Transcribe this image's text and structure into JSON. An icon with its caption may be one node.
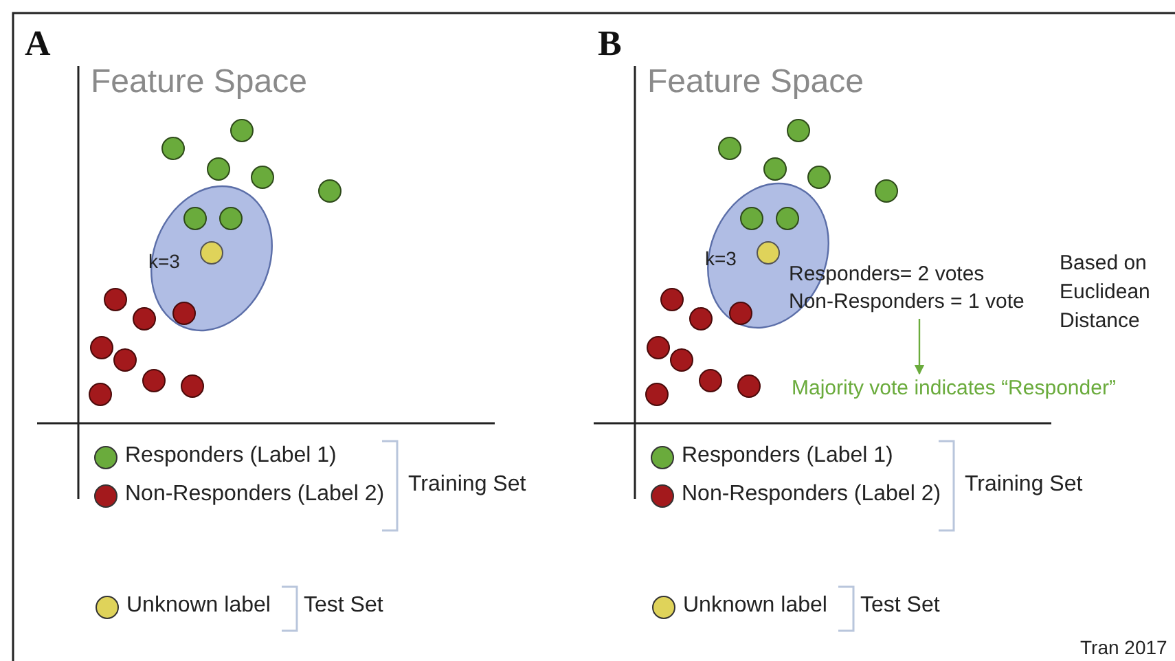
{
  "diagram": {
    "nodes": [
      {
        "text": [
          "k=3"
        ]
      },
      {
        "text": [
          "k=3"
        ]
      },
      {
        "text": [
          "Responders= 2 votes",
          "Non-Responders = 1 vote"
        ]
      },
      {
        "text": [
          "Majority vote indicates “Responder”"
        ]
      }
    ],
    "edges": [
      {
        "from": 2,
        "to": 3,
        "arrow": "to",
        "color": "#6aab3c"
      }
    ],
    "labels": [
      "A",
      "Feature Space",
      "Training Set",
      "Test Set",
      "B",
      "Feature Space",
      "Based on Euclidean Distance",
      "Training Set",
      "Test Set",
      "Tran 2017"
    ],
    "legend": [
      {
        "text": "Responders (Label 1)",
        "color": "#6aab3c"
      },
      {
        "text": "Non-Responders (Label 2)",
        "color": "#a3191c"
      },
      {
        "text": "Unknown label",
        "color": "#dfd35a"
      },
      {
        "text": "Responders (Label 1)",
        "color": "#6aab3c"
      },
      {
        "text": "Non-Responders (Label 2)",
        "color": "#a3191c"
      },
      {
        "text": "Unknown label",
        "color": "#dfd35a"
      }
    ]
  }
}
